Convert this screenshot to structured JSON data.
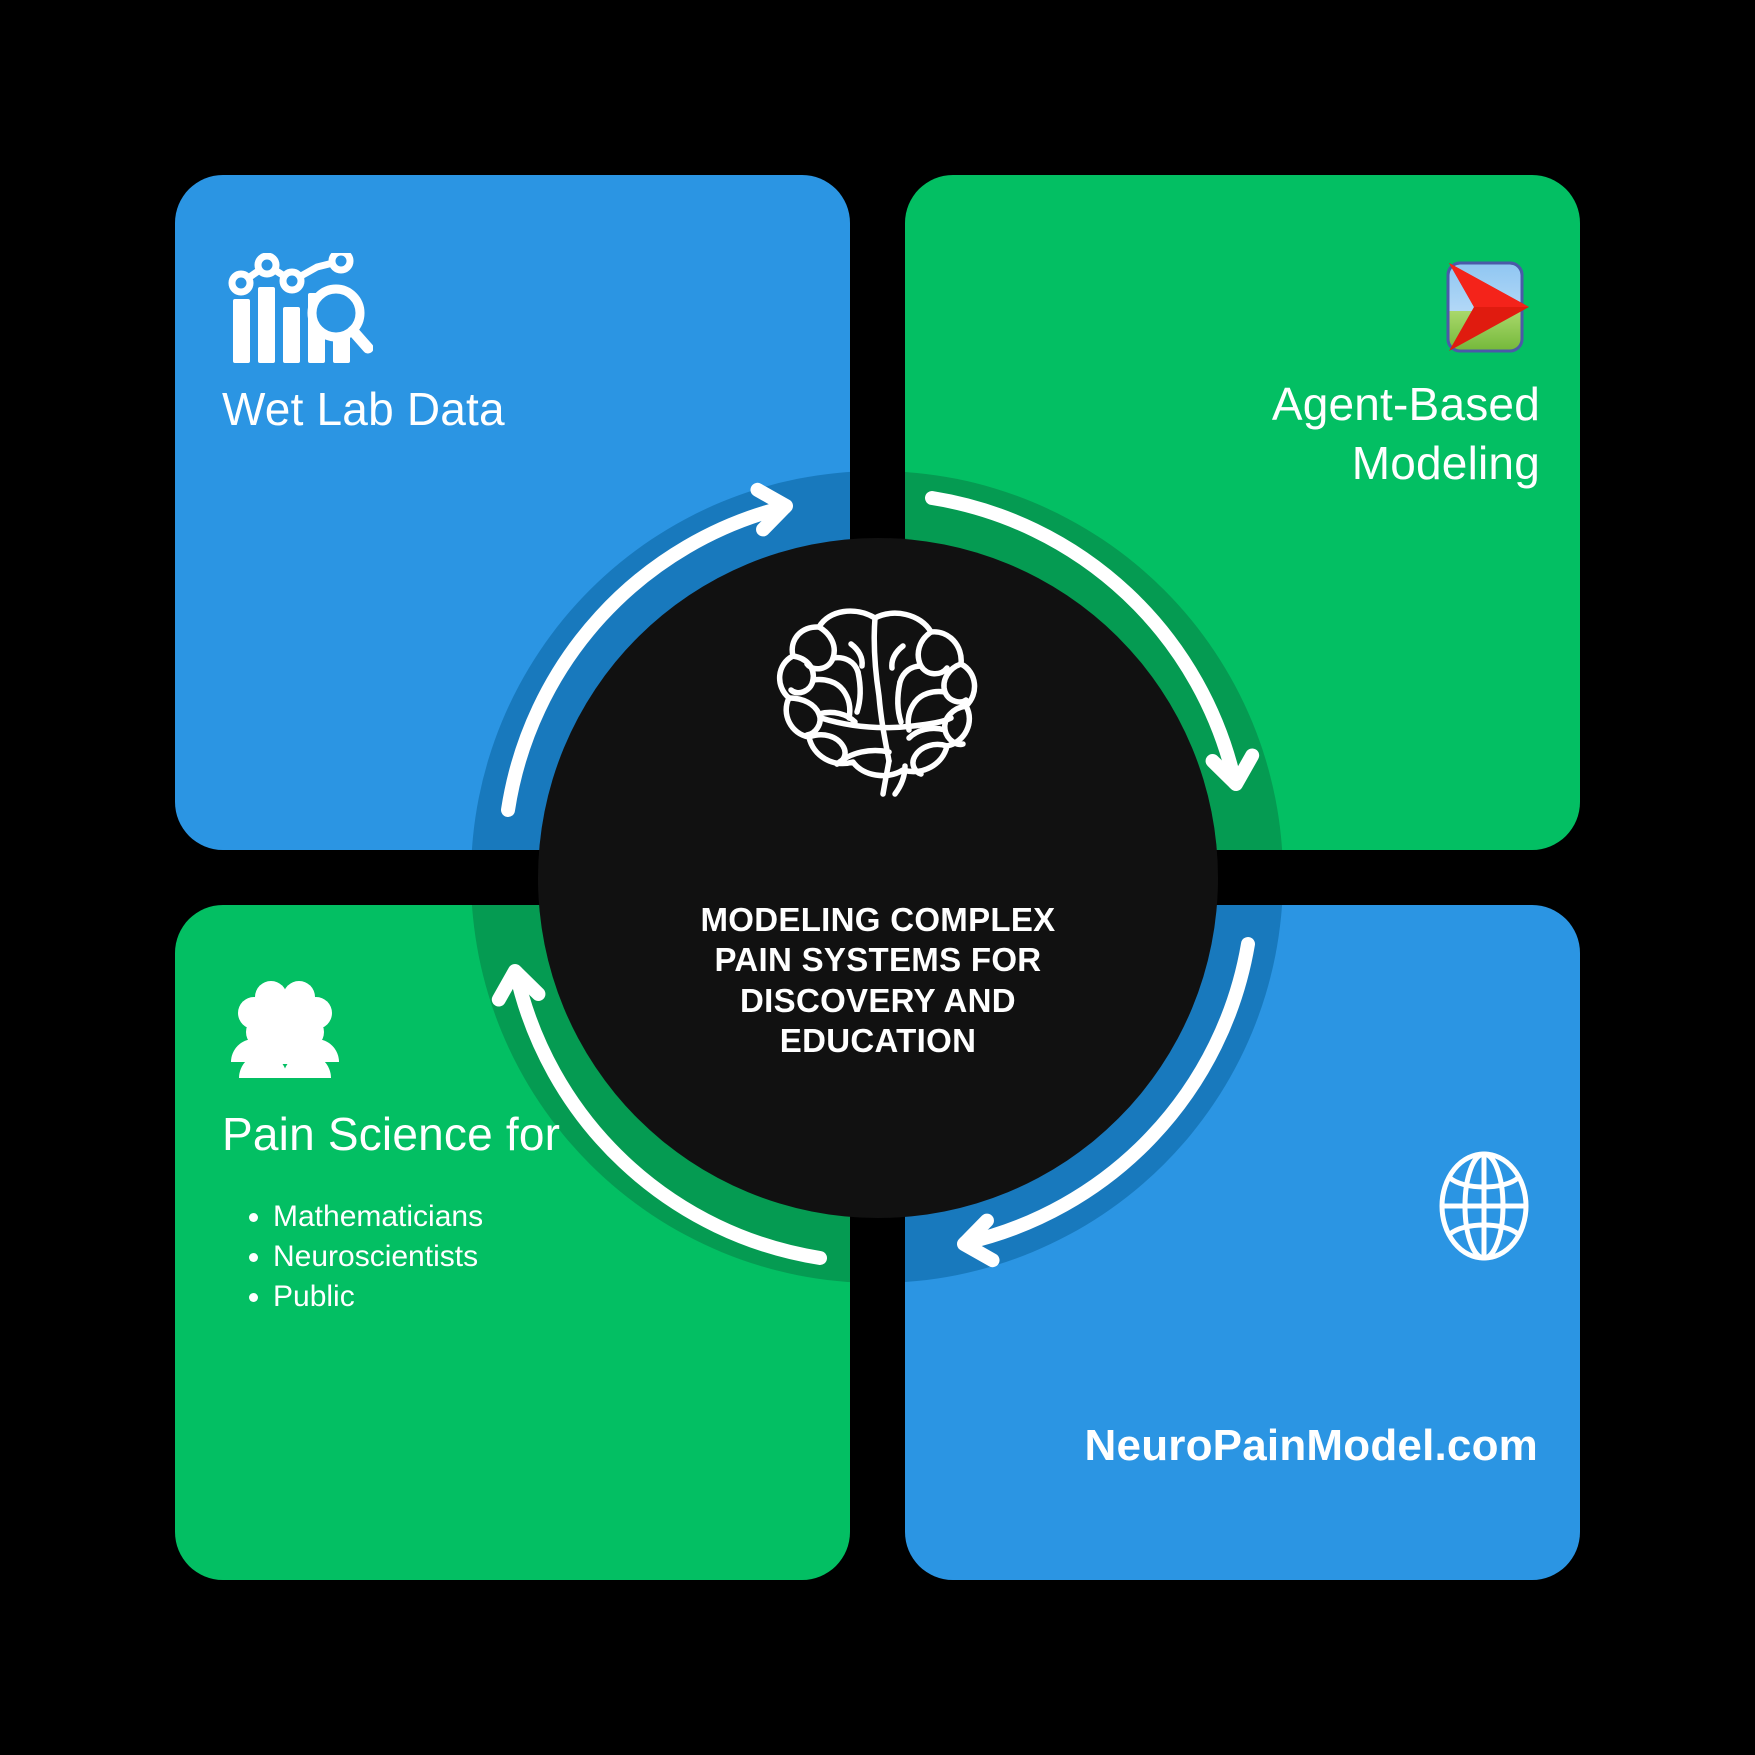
{
  "theme": {
    "background": "#000000",
    "blue": "#2b95e3",
    "blue_dark": "#1879bd",
    "green": "#03bf63",
    "green_dark": "#059b52",
    "hub": "#111111",
    "text": "#ffffff"
  },
  "hub": {
    "icon": "brain-icon",
    "title_lines": [
      "MODELING COMPLEX",
      "PAIN SYSTEMS FOR",
      "DISCOVERY AND",
      "EDUCATION"
    ],
    "title": "MODELING COMPLEX PAIN SYSTEMS FOR DISCOVERY AND EDUCATION"
  },
  "quadrants": [
    {
      "id": "wet-lab-data",
      "position": "top-left",
      "color": "#2b95e3",
      "ring_color": "#1879bd",
      "icon": "bar-chart-analytics-icon",
      "title": "Wet Lab Data",
      "bullets": []
    },
    {
      "id": "agent-based-modeling",
      "position": "top-right",
      "color": "#03bf63",
      "ring_color": "#059b52",
      "icon": "netlogo-app-icon",
      "title_lines": [
        "Agent-Based",
        "Modeling"
      ],
      "title": "Agent-Based Modeling",
      "bullets": []
    },
    {
      "id": "pain-science-for",
      "position": "bottom-left",
      "color": "#03bf63",
      "ring_color": "#059b52",
      "icon": "people-group-icon",
      "title": "Pain Science for",
      "bullets": [
        "Mathematicians",
        "Neuroscientists",
        "Public"
      ]
    },
    {
      "id": "neuropainmodel-website",
      "position": "bottom-right",
      "color": "#2b95e3",
      "ring_color": "#1879bd",
      "icon": "globe-icon",
      "title": "NeuroPainModel.com",
      "bullets": []
    }
  ],
  "arrows": [
    {
      "id": "arrow-wet-lab-to-modeling",
      "from": "wet-lab-data",
      "to": "agent-based-modeling",
      "direction": "clockwise"
    },
    {
      "id": "arrow-modeling-to-website",
      "from": "agent-based-modeling",
      "to": "neuropainmodel-website",
      "direction": "clockwise"
    },
    {
      "id": "arrow-website-to-pain-science",
      "from": "neuropainmodel-website",
      "to": "pain-science-for",
      "direction": "clockwise"
    },
    {
      "id": "arrow-pain-science-to-wet-lab",
      "from": "pain-science-for",
      "to": "wet-lab-data",
      "direction": "clockwise"
    }
  ]
}
